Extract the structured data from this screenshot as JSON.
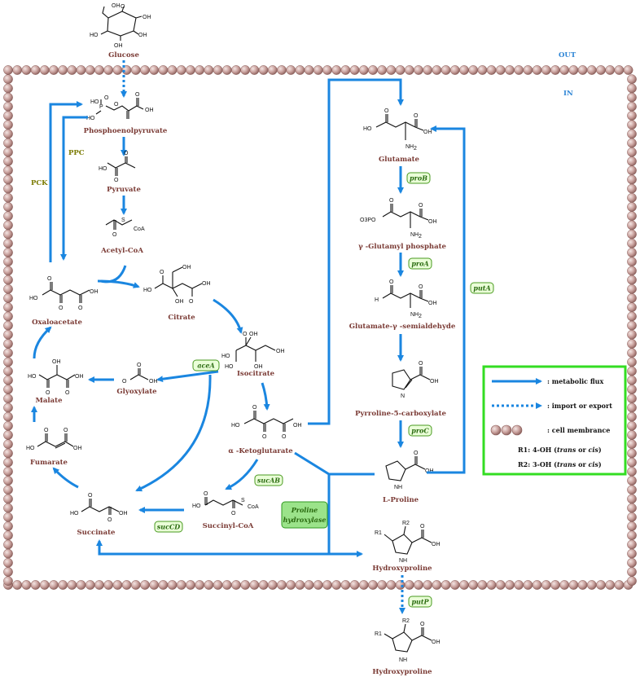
{
  "side_labels": {
    "out": "OUT",
    "in": "IN"
  },
  "metabolites": {
    "glucose": "Glucose",
    "pep": "Phosphoenolpyruvate",
    "pyruvate": "Pyruvate",
    "acetyl_coa": "Acetyl-CoA",
    "oxaloacetate": "Oxaloacetate",
    "citrate": "Citrate",
    "isocitrate": "Isocitrate",
    "glyoxylate": "Glyoxylate",
    "malate": "Malate",
    "fumarate": "Fumarate",
    "succinate": "Succinate",
    "succinyl_coa": "Succinyl-CoA",
    "akg": "α -Ketoglutarate",
    "glutamate": "Glutamate",
    "gamma_glutamyl_p": "γ -Glutamyl phosphate",
    "glutamate_semialdehyde": "Glutamate-γ -semialdehyde",
    "p5c": "Pyrroline-5-carboxylate",
    "proline": "L-Proline",
    "hyp_in": "Hydroxyproline",
    "hyp_out": "Hydroxyproline"
  },
  "enzymes": {
    "ppc": "PPC",
    "pck": "PCK"
  },
  "genes": {
    "aceA": "aceA",
    "sucAB": "sucAB",
    "sucCD": "sucCD",
    "proB": "proB",
    "proA": "proA",
    "proC": "proC",
    "putA": "putA",
    "putP": "putP"
  },
  "proline_hydroxylase": {
    "line1": "Proline",
    "line2": "hydroxylase"
  },
  "legend": {
    "flux": ": metabolic flux",
    "import": ": import or export",
    "membrane": ": cell membrance",
    "r1_prefix": "R1: 4-OH (",
    "r1_a": "trans",
    "r1_mid": " or ",
    "r1_b": "cis",
    "r1_suffix": ")",
    "r2_prefix": "R2: 3-OH (",
    "r2_a": "trans",
    "r2_mid": " or ",
    "r2_b": "cis",
    "r2_suffix": ")"
  },
  "atoms": {
    "OH": "OH",
    "HO": "HO",
    "O": "O",
    "P": "P",
    "S": "S",
    "CoA": "CoA",
    "NH2": "NH",
    "two": "2",
    "NH": "NH",
    "N": "N",
    "H": "H",
    "O3PO": "O3PO",
    "R1": "R1",
    "R2": "R2",
    "HOlong": "HO"
  },
  "colors": {
    "flux": "#1a86e0",
    "metabolite": "#7a3a34",
    "gene": "#2a6a10",
    "gene_box": "#eaffd8",
    "legend_border": "#33dd22",
    "membrane": "#c7a3a0"
  }
}
